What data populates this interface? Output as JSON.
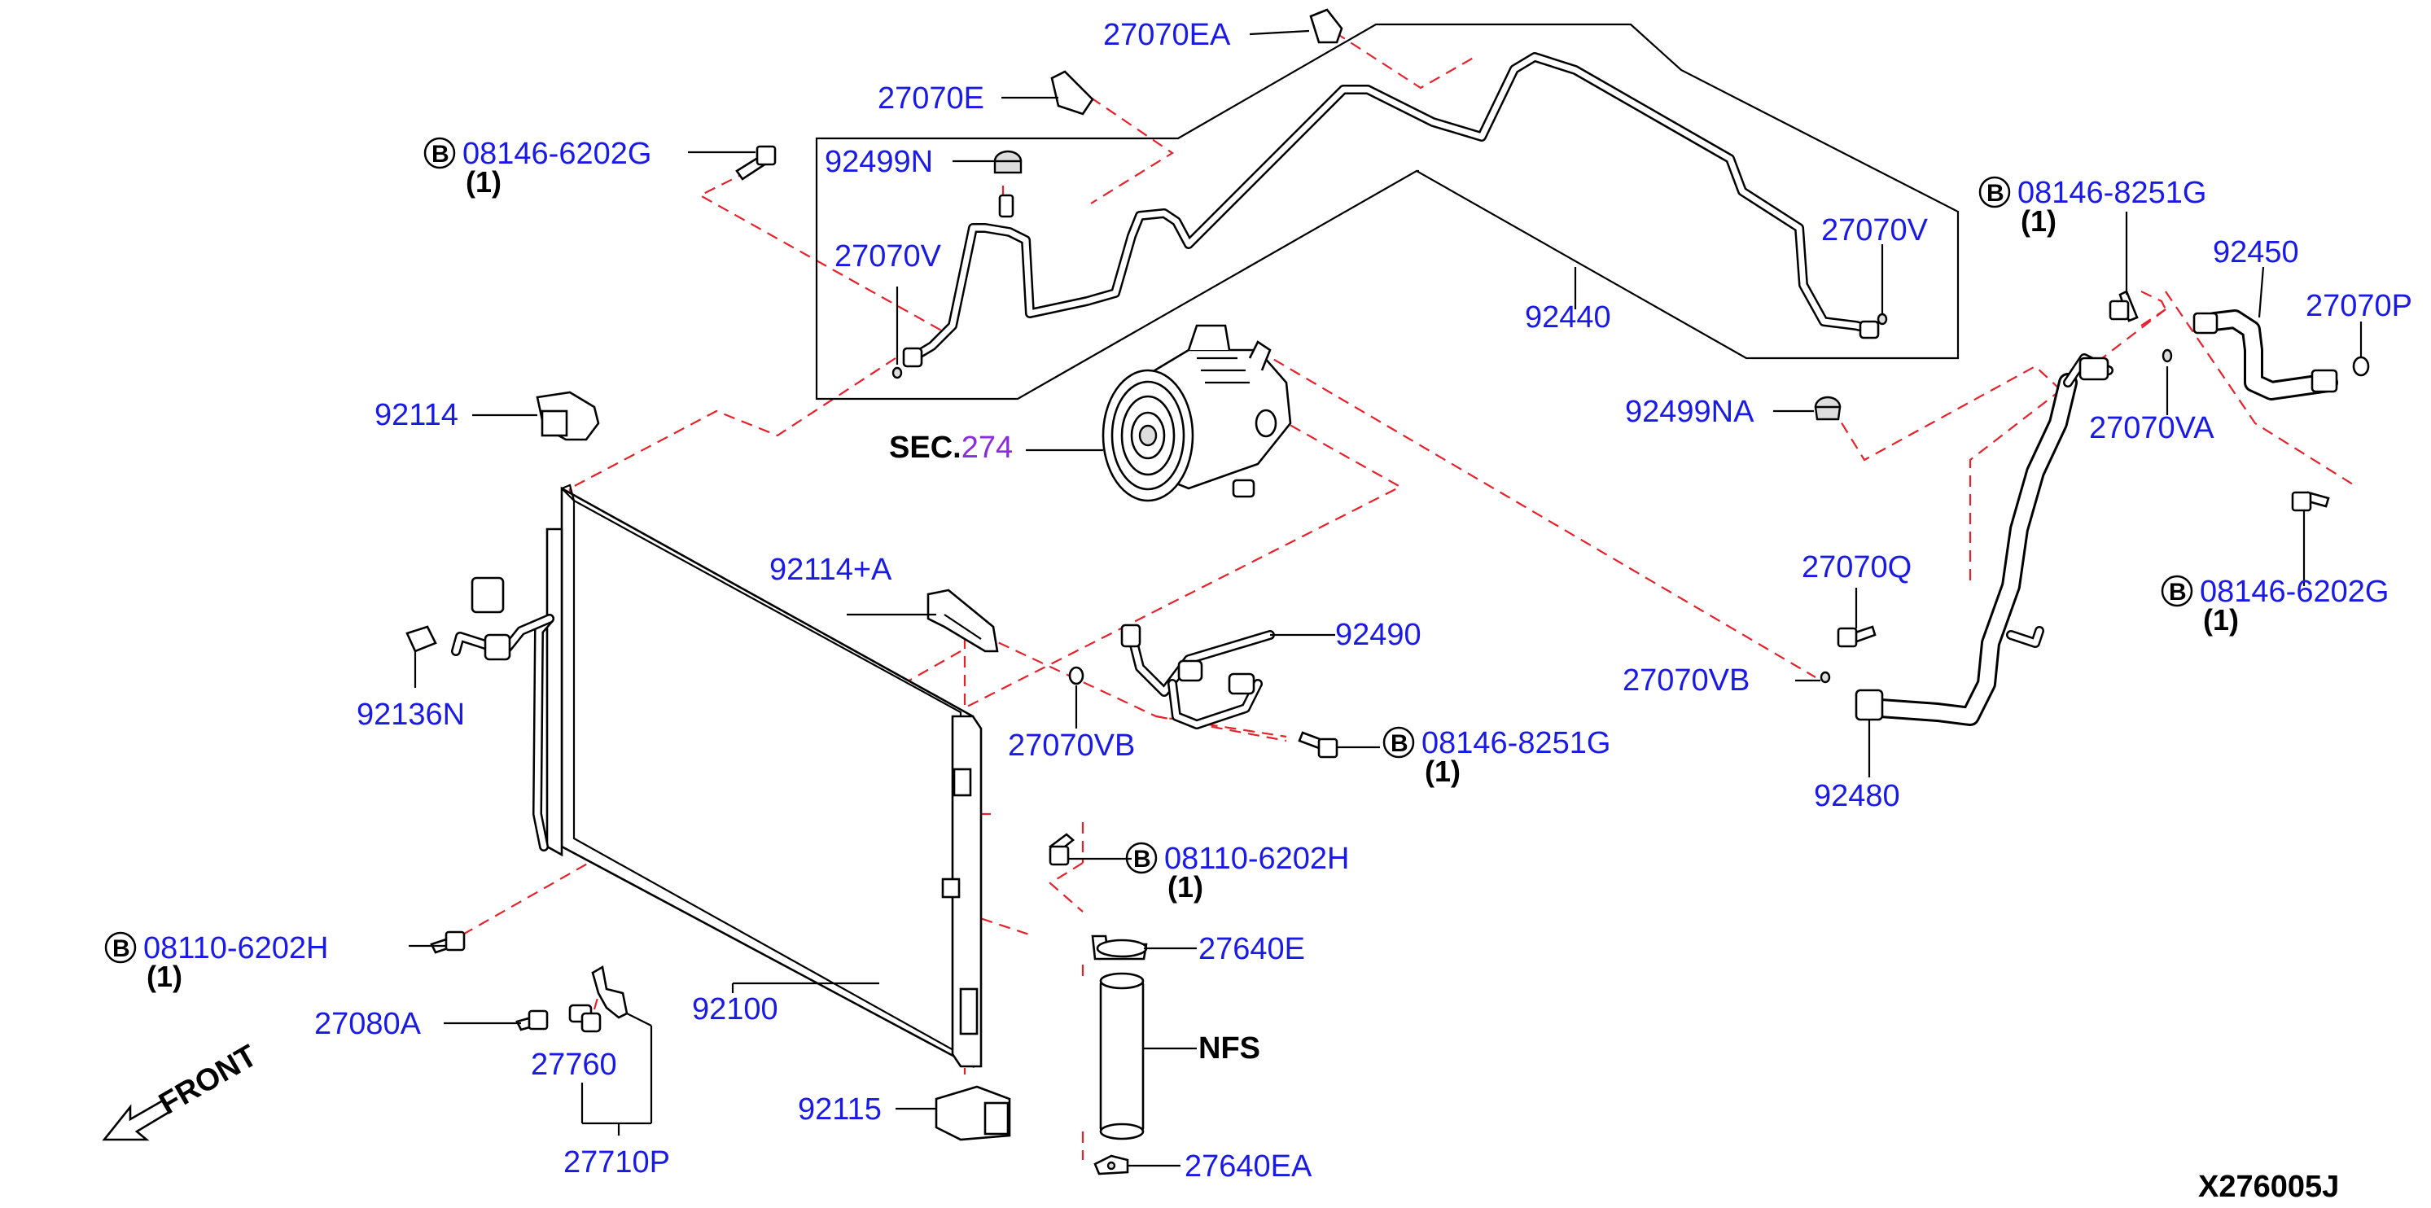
{
  "diagram_id": "X276005J",
  "front_label": "FRONT",
  "bolt_marker": "B",
  "parts": {
    "p27070EA": "27070EA",
    "p27070E": "27070E",
    "p08146_6202G_top": "08146-6202G",
    "p08146_6202G_top_qty": "(1)",
    "p92499N": "92499N",
    "p27070V_left": "27070V",
    "p27070V_right": "27070V",
    "p92440": "92440",
    "p08146_8251G_right": "08146-8251G",
    "p08146_8251G_right_qty": "(1)",
    "p92450": "92450",
    "p27070P": "27070P",
    "p92499NA": "92499NA",
    "p27070VA": "27070VA",
    "p92114": "92114",
    "sec_prefix": "SEC.",
    "sec_number": "274",
    "p08146_6202G_right": "08146-6202G",
    "p08146_6202G_right_qty": "(1)",
    "p27070Q": "27070Q",
    "p92114A": "92114+A",
    "p92490": "92490",
    "p27070VB_right": "27070VB",
    "p27070VB_mid": "27070VB",
    "p08146_8251G_mid": "08146-8251G",
    "p08146_8251G_mid_qty": "(1)",
    "p92480": "92480",
    "p92136N": "92136N",
    "p08110_6202H_mid": "08110-6202H",
    "p08110_6202H_mid_qty": "(1)",
    "p08110_6202H_left": "08110-6202H",
    "p08110_6202H_left_qty": "(1)",
    "p27640E": "27640E",
    "p92100": "92100",
    "p27080A": "27080A",
    "p27760": "27760",
    "nfs": "NFS",
    "p92115": "92115",
    "p27710P": "27710P",
    "p27640EA": "27640EA"
  },
  "colors": {
    "part_number": "#1a1ae6",
    "leader_line": "#000000",
    "dashed_guide": "#e8202a",
    "section_number": "#8a2be2"
  }
}
